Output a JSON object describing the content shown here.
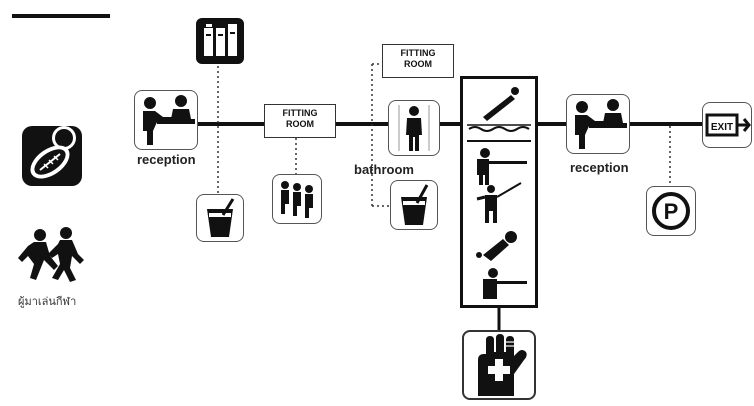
{
  "legend": {
    "sport_icon": "rugby-ball-sport-icon",
    "athletes_icon": "running-athletes-icon",
    "athletes_label": "ผู้มาเล่นกีฬา"
  },
  "nodes": {
    "reception_left": "reception",
    "fitting_room_1_line1": "FITTING",
    "fitting_room_1_line2": "ROOM",
    "fitting_room_2_line1": "FITTING",
    "fitting_room_2_line2": "ROOM",
    "bathroom": "bathroom",
    "reception_right": "reception",
    "exit": "EXIT"
  },
  "icons": {
    "lockers": "locker-icon",
    "drink_left": "drink-icon",
    "seating": "waiting-seats-icon",
    "shower": "shower-icon",
    "drink_right": "drink-icon",
    "sports_panel": [
      "diving-icon",
      "shooting-icon",
      "fencing-icon",
      "swimming-icon",
      "rifle-icon"
    ],
    "first_aid": "first-aid-icon",
    "parking": "parking-icon",
    "parking_letter": "P"
  },
  "colors": {
    "line": "#111111",
    "box_border": "#555555"
  }
}
